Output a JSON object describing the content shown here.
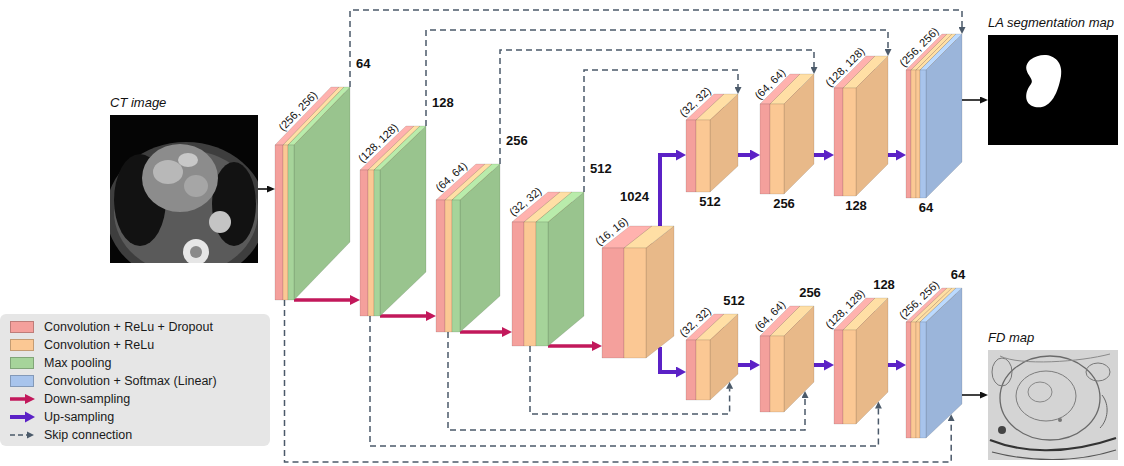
{
  "diagram": {
    "nodes": [
      {
        "text": [
          "CT image"
        ]
      },
      {
        "text": [
          "64",
          "(256, 256)"
        ]
      },
      {
        "text": [
          "128",
          "(128, 128)"
        ]
      },
      {
        "text": [
          "256",
          "(64, 64)"
        ]
      },
      {
        "text": [
          "512",
          "(32, 32)"
        ]
      },
      {
        "text": [
          "1024",
          "(16, 16)"
        ]
      },
      {
        "text": [
          "(32, 32)",
          "512"
        ]
      },
      {
        "text": [
          "(64, 64)",
          "256"
        ]
      },
      {
        "text": [
          "(128, 128)",
          "128"
        ]
      },
      {
        "text": [
          "(256, 256)",
          "64"
        ]
      },
      {
        "text": [
          "512",
          "(32, 32)"
        ]
      },
      {
        "text": [
          "256",
          "(64, 64)"
        ]
      },
      {
        "text": [
          "128",
          "(128, 128)"
        ]
      },
      {
        "text": [
          "64",
          "(256, 256)"
        ]
      },
      {
        "text": [
          "LA segmentation map"
        ]
      },
      {
        "text": [
          "FD map"
        ]
      }
    ],
    "edges": [
      {
        "from": 0,
        "to": 1,
        "arrow": "to"
      },
      {
        "from": 1,
        "to": 2,
        "arrow": "to"
      },
      {
        "from": 2,
        "to": 3,
        "arrow": "to"
      },
      {
        "from": 3,
        "to": 4,
        "arrow": "to"
      },
      {
        "from": 4,
        "to": 5,
        "arrow": "to"
      },
      {
        "from": 5,
        "to": 6,
        "arrow": "to"
      },
      {
        "from": 6,
        "to": 7,
        "arrow": "to"
      },
      {
        "from": 7,
        "to": 8,
        "arrow": "to"
      },
      {
        "from": 8,
        "to": 9,
        "arrow": "to"
      },
      {
        "from": 5,
        "to": 10,
        "arrow": "to"
      },
      {
        "from": 10,
        "to": 11,
        "arrow": "to"
      },
      {
        "from": 11,
        "to": 12,
        "arrow": "to"
      },
      {
        "from": 12,
        "to": 13,
        "arrow": "to"
      },
      {
        "from": 9,
        "to": 14,
        "arrow": "to"
      },
      {
        "from": 13,
        "to": 15,
        "arrow": "to"
      },
      {
        "from": 4,
        "to": 6,
        "arrow": "to"
      },
      {
        "from": 3,
        "to": 7,
        "arrow": "to"
      },
      {
        "from": 2,
        "to": 8,
        "arrow": "to"
      },
      {
        "from": 1,
        "to": 9,
        "arrow": "to"
      },
      {
        "from": 4,
        "to": 10,
        "arrow": "to"
      },
      {
        "from": 3,
        "to": 11,
        "arrow": "to"
      },
      {
        "from": 2,
        "to": 12,
        "arrow": "to"
      },
      {
        "from": 1,
        "to": 13,
        "arrow": "to"
      }
    ],
    "legend": [
      {
        "text": "Convolution + ReLu + Dropout",
        "color": "#f4a09c"
      },
      {
        "text": "Convolution + ReLu",
        "color": "#fbc894"
      },
      {
        "text": "Max pooling",
        "color": "#a6d49a"
      },
      {
        "text": "Convolution + Softmax (Linear)",
        "color": "#a8c4ec"
      },
      {
        "text": "Down-sampling"
      },
      {
        "text": "Up-sampling"
      },
      {
        "text": "Skip connection"
      }
    ]
  }
}
